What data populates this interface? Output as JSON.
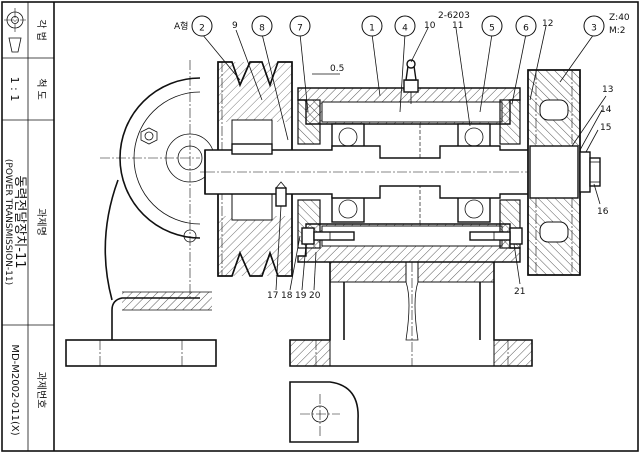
{
  "title_block": {
    "projection_label": "각 법",
    "scale_label": "척 도",
    "scale_value": "1 : 1",
    "title_label": "과제명",
    "title_ko": "동력전달장치-11",
    "title_en": "(POWER TRANSMISSION-11)",
    "number_label": "과제번호",
    "number_value": "MD-M2002-011(X)"
  },
  "notes": {
    "gear_spec_1": "Z:40",
    "gear_spec_2": "M:2",
    "bearing_spec": "2-6203",
    "pulley_type": "A형",
    "gap_dimension": "0.5"
  },
  "balloons": [
    "1",
    "2",
    "3",
    "4",
    "5",
    "6",
    "7",
    "8"
  ],
  "leaders": [
    "9",
    "10",
    "11",
    "12",
    "13",
    "14",
    "15",
    "16",
    "17",
    "18",
    "19",
    "20",
    "21"
  ]
}
